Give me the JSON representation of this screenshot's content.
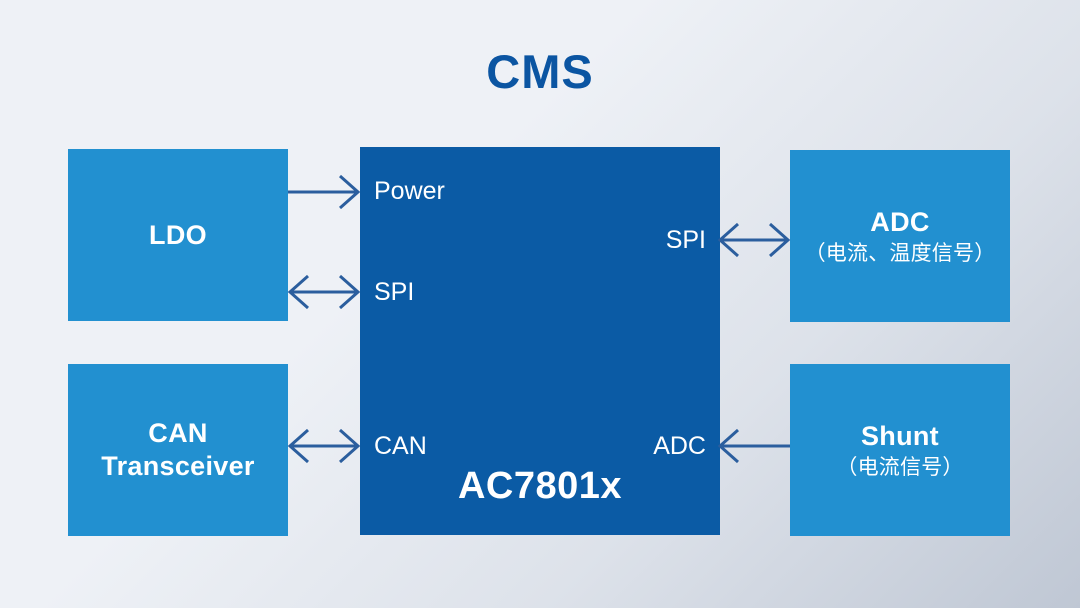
{
  "diagram": {
    "title": "CMS",
    "mcu": {
      "name": "AC7801x",
      "pins": {
        "power": "Power",
        "spi_left": "SPI",
        "can": "CAN",
        "spi_right": "SPI",
        "adc_right": "ADC"
      }
    },
    "blocks": [
      {
        "id": "ldo",
        "title": "LDO",
        "subtitle": ""
      },
      {
        "id": "can_tx",
        "title": "CAN",
        "subtitle": "Transceiver"
      },
      {
        "id": "adc",
        "title": "ADC",
        "subtitle": "（电流、温度信号）"
      },
      {
        "id": "shunt",
        "title": "Shunt",
        "subtitle": "（电流信号）"
      }
    ],
    "connections": [
      {
        "id": "ldo-power",
        "from": "LDO",
        "to": "Power",
        "arrow": "single-right"
      },
      {
        "id": "ldo-spi",
        "from": "LDO",
        "to": "SPI",
        "arrow": "double"
      },
      {
        "id": "can-can",
        "from": "CAN Transceiver",
        "to": "CAN",
        "arrow": "double"
      },
      {
        "id": "spi-adc",
        "from": "SPI",
        "to": "ADC",
        "arrow": "double"
      },
      {
        "id": "shunt-adc",
        "from": "Shunt",
        "to": "ADC",
        "arrow": "single-left"
      }
    ],
    "colors": {
      "title": "#0b55a2",
      "block_light": "#2290d0",
      "block_dark": "#0b5ba5",
      "connector": "#2b5e9e",
      "background_top": "#eef1f6",
      "background_bottom": "#bfc7d4"
    }
  }
}
